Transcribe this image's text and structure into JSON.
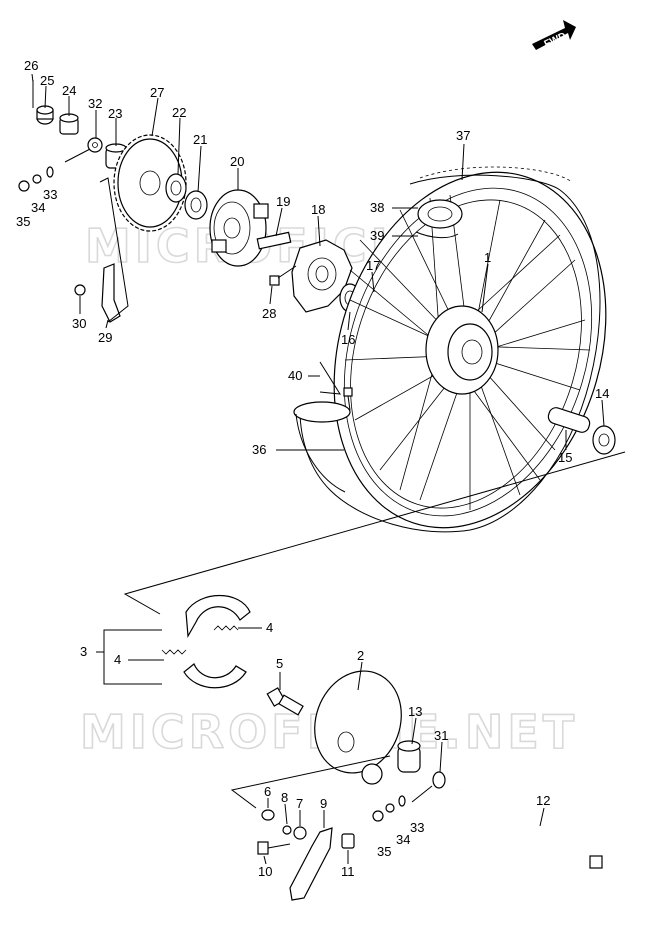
{
  "fwd_badge": "FWD",
  "watermarks": [
    "MICROFICHE.NET",
    "MICROFICHE.NET"
  ],
  "callouts": [
    "26",
    "25",
    "24",
    "32",
    "23",
    "27",
    "22",
    "21",
    "20",
    "35",
    "34",
    "33",
    "19",
    "18",
    "30",
    "28",
    "29",
    "17",
    "16",
    "1",
    "37",
    "38",
    "39",
    "40",
    "36",
    "15",
    "14",
    "3",
    "4",
    "4",
    "5",
    "2",
    "13",
    "31",
    "6",
    "8",
    "7",
    "9",
    "12",
    "35",
    "34",
    "33",
    "10",
    "11"
  ]
}
